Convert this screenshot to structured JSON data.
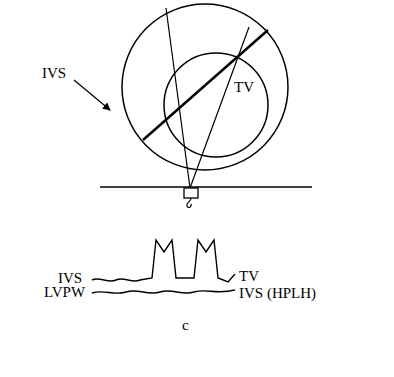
{
  "diagram": {
    "nodes": [
      {
        "text": [
          "TV"
        ]
      }
    ],
    "labels": [
      "IVS",
      "IVS",
      "LVPW",
      "TV",
      "IVS (HPLH)",
      "c"
    ]
  }
}
